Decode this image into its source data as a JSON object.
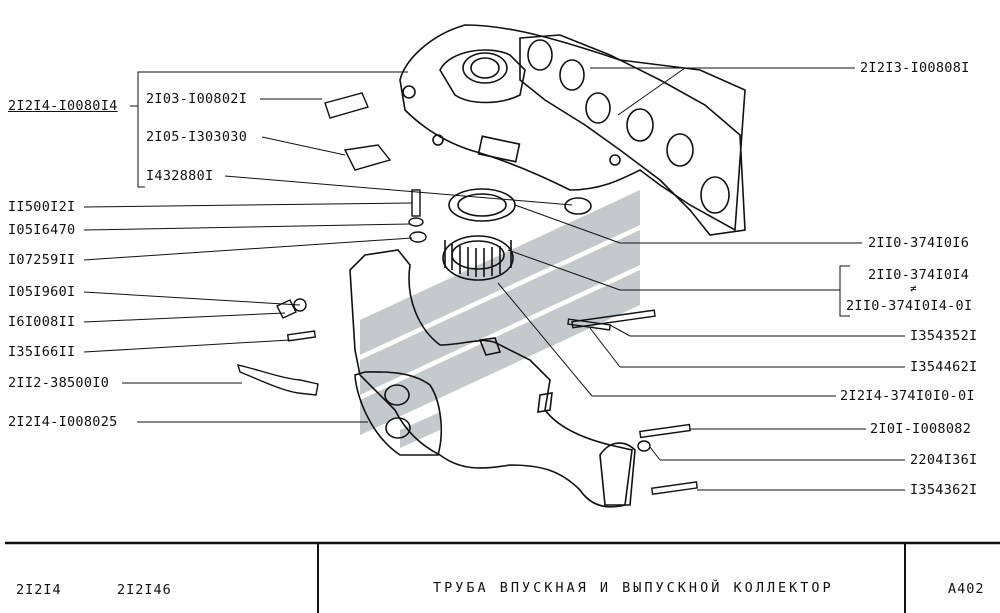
{
  "left_labels": [
    {
      "id": "group",
      "text": "2I2I4-I0080I4"
    },
    {
      "id": "p1",
      "text": "2I03-I00802I"
    },
    {
      "id": "p2",
      "text": "2I05-I303030"
    },
    {
      "id": "p3",
      "text": "I432880I"
    },
    {
      "id": "p4",
      "text": "II500I2I"
    },
    {
      "id": "p5",
      "text": "I05I6470"
    },
    {
      "id": "p6",
      "text": "I07259II"
    },
    {
      "id": "p7",
      "text": "I05I960I"
    },
    {
      "id": "p8",
      "text": "I6I008II"
    },
    {
      "id": "p9",
      "text": "I35I66II"
    },
    {
      "id": "p10",
      "text": "2II2-38500I0"
    },
    {
      "id": "p11",
      "text": "2I2I4-I008025"
    }
  ],
  "right_labels": [
    {
      "id": "r1",
      "text": "2I2I3-I00808I"
    },
    {
      "id": "r2",
      "text": "2II0-374I0I6"
    },
    {
      "id": "r3",
      "text": "2II0-374I0I4"
    },
    {
      "id": "r3b",
      "text": "2II0-374I0I4-0I"
    },
    {
      "id": "r4",
      "text": "I354352I"
    },
    {
      "id": "r5",
      "text": "I354462I"
    },
    {
      "id": "r6",
      "text": "2I2I4-374I0I0-0I"
    },
    {
      "id": "r7",
      "text": "2I0I-I008082"
    },
    {
      "id": "r8",
      "text": "2204I36I"
    },
    {
      "id": "r9",
      "text": "I354362I"
    }
  ],
  "footer": {
    "model_1": "2I2I4",
    "model_2": "2I2I46",
    "title": "ТРУБА ВПУСКНАЯ И ВЫПУСКНОЙ КОЛЛЕКТОР",
    "code": "A402"
  },
  "colors": {
    "ink": "#111111",
    "watermark": "#b8bcc0"
  }
}
